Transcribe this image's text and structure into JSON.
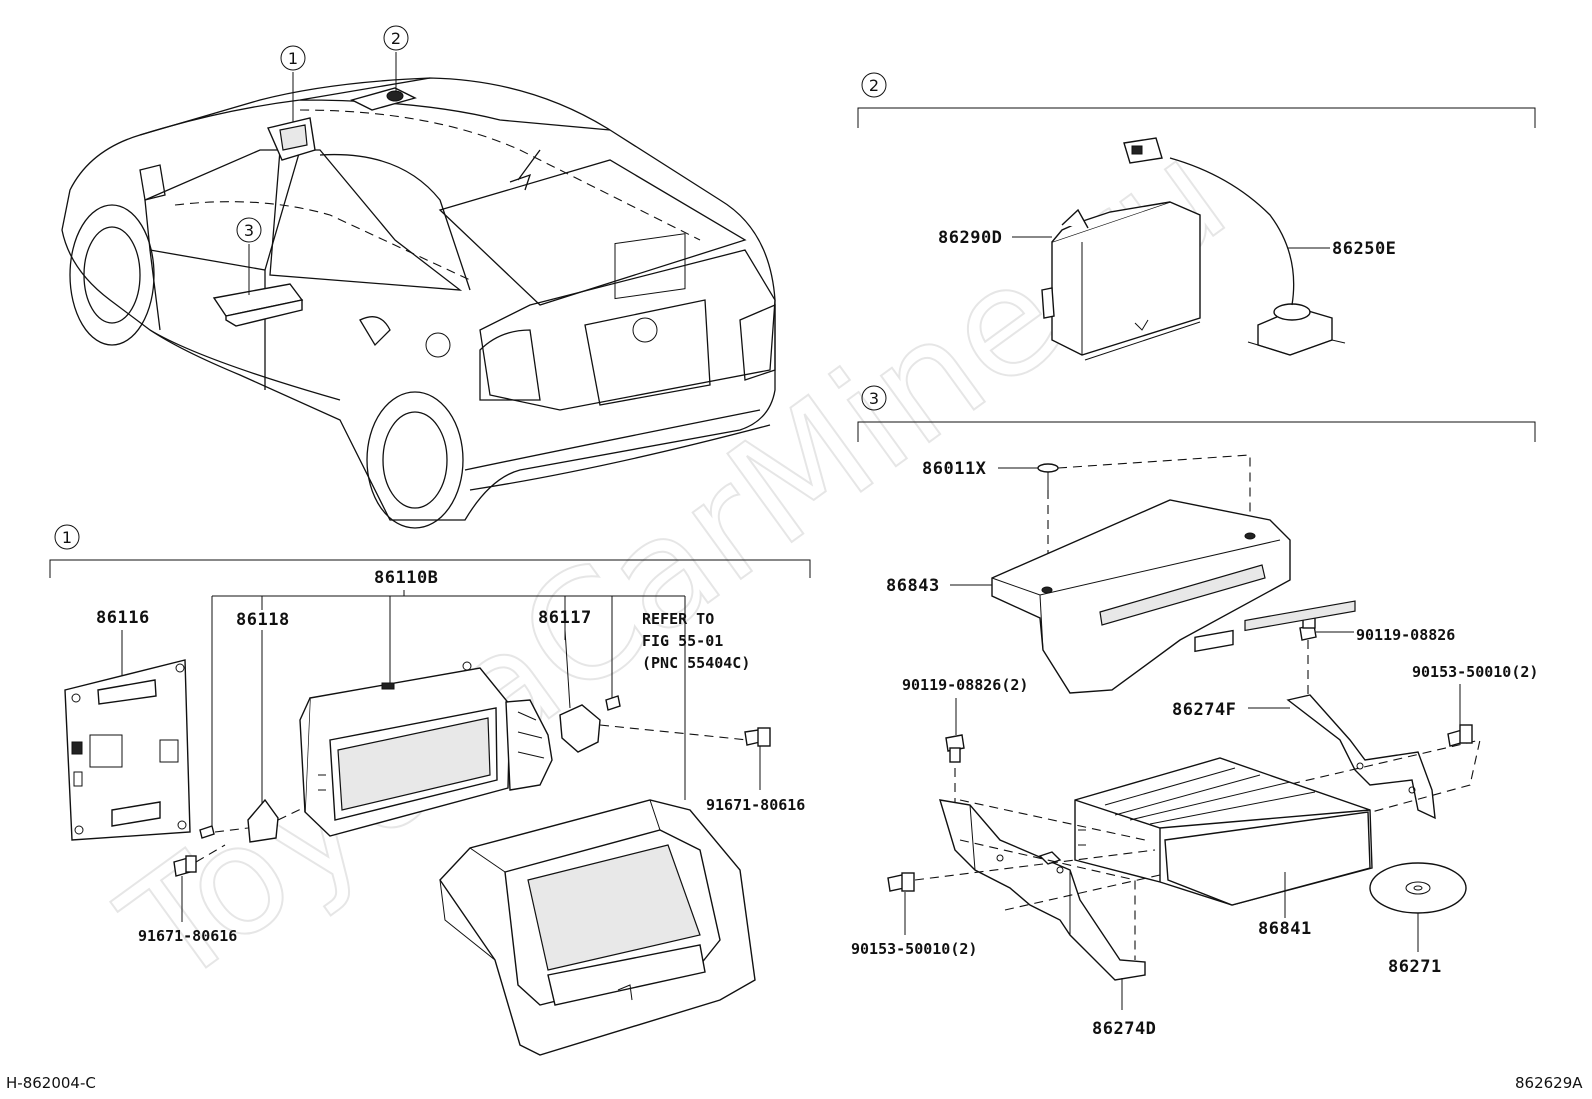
{
  "watermark": "ToyotaCarMine.ru",
  "callouts": {
    "c1": "1",
    "c2": "2",
    "c3": "3"
  },
  "section1": {
    "marker": "1",
    "assembly_label": "86110B",
    "parts": {
      "p86116": "86116",
      "p86118": "86118",
      "p86117": "86117",
      "bolt_left": "91671-80616",
      "bolt_right": "91671-80616"
    },
    "refer": {
      "line1": "REFER TO",
      "line2": "FIG 55-01",
      "line3": "(PNC 55404C)"
    }
  },
  "section2": {
    "marker": "2",
    "parts": {
      "p86290D": "86290D",
      "p86250E": "86250E"
    }
  },
  "section3": {
    "marker": "3",
    "parts": {
      "p86011X": "86011X",
      "p86843": "86843",
      "p90119_a": "90119-08826",
      "p90119_b": "90119-08826(2)",
      "p90153_a": "90153-50010(2)",
      "p90153_b": "90153-50010(2)",
      "p86274F": "86274F",
      "p86274D": "86274D",
      "p86841": "86841",
      "p86271": "86271"
    }
  },
  "footer": {
    "left_code": "H-862004-C",
    "right_code": "862629A"
  }
}
